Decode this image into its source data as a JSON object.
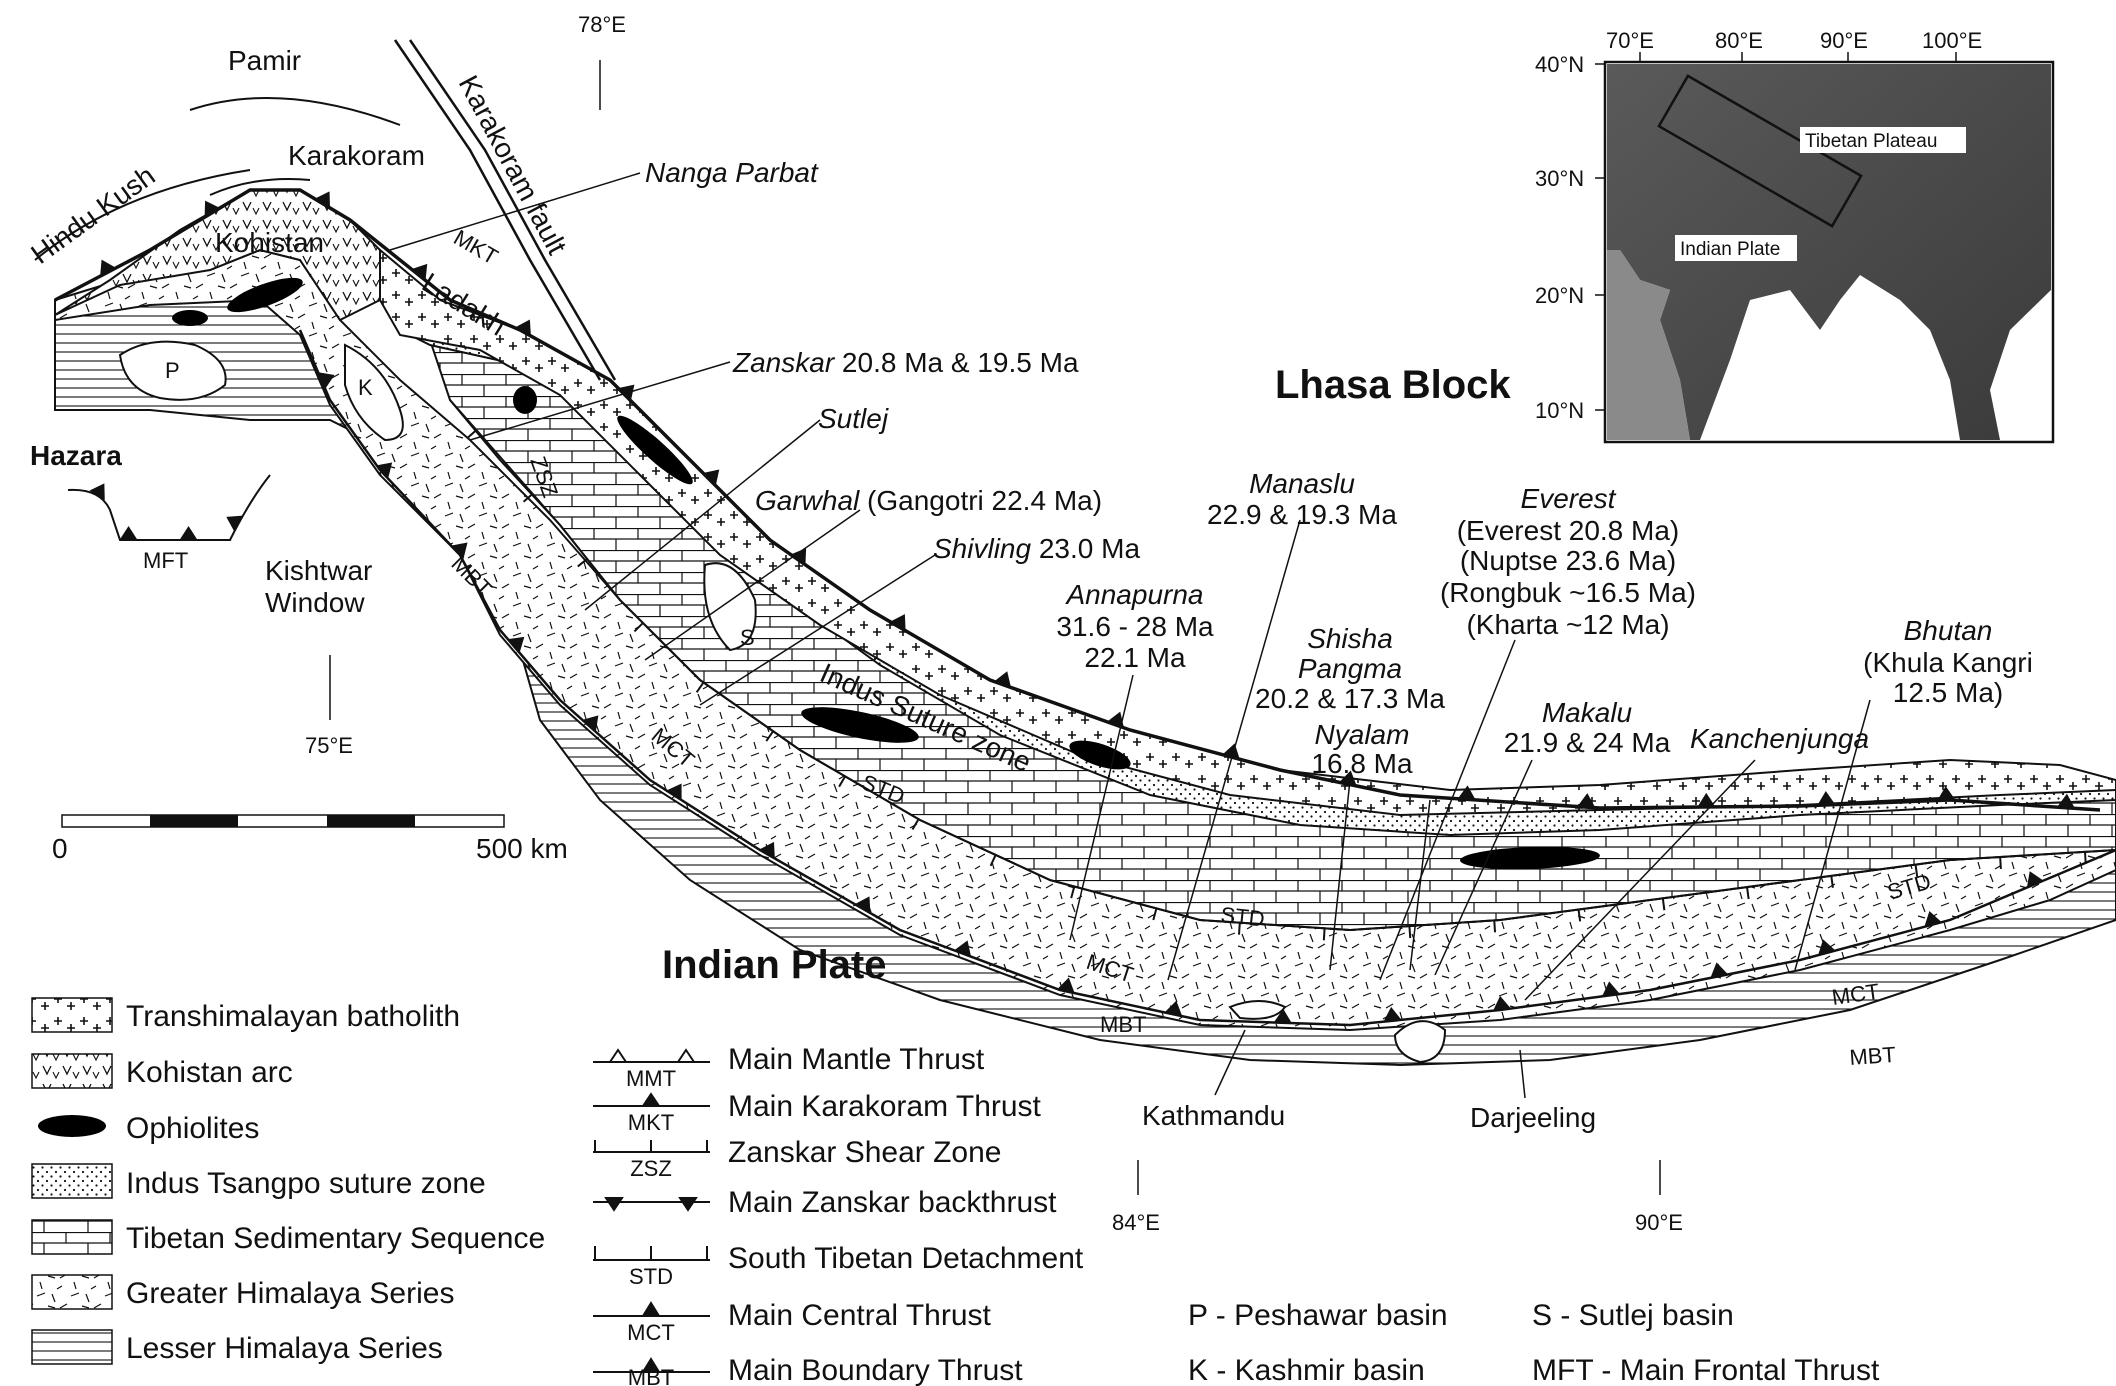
{
  "regions": {
    "pamir": "Pamir",
    "karakoram": "Karakoram",
    "hindu_kush": "Hindu Kush",
    "kohistan": "Kohistan",
    "ladakh": "Ladakh",
    "hazara": "Hazara",
    "lhasa_block": "Lhasa Block",
    "indian_plate": "Indian Plate",
    "karakoram_fault": "Karakoram fault",
    "indus_suture_zone": "Indus Suture zone",
    "kishtwar_window_l1": "Kishtwar",
    "kishtwar_window_l2": "Window",
    "kathmandu": "Kathmandu",
    "darjeeling": "Darjeeling",
    "basin_p": "P",
    "basin_k": "K",
    "basin_s": "S"
  },
  "fault_labels": {
    "mkt": "MKT",
    "zsz": "ZSZ",
    "mbt": "MBT",
    "mct": "MCT",
    "std": "STD",
    "mft": "MFT"
  },
  "longitudes": {
    "lon78": "78°E",
    "lon75": "75°E",
    "lon84": "84°E",
    "lon90": "90°E"
  },
  "scale_bar": {
    "min": "0",
    "max": "500 km"
  },
  "annotations": {
    "nanga_parbat": "Nanga Parbat",
    "zanskar_name": "Zanskar",
    "zanskar_age": " 20.8 Ma & 19.5 Ma",
    "sutlej": "Sutlej",
    "garwhal_name": "Garwhal",
    "garwhal_age": " (Gangotri 22.4 Ma)",
    "shivling_name": "Shivling",
    "shivling_age": " 23.0 Ma",
    "manaslu_name": "Manaslu",
    "manaslu_age": "22.9 & 19.3 Ma",
    "annapurna_name": "Annapurna",
    "annapurna_age1": "31.6 - 28 Ma",
    "annapurna_age2": "22.1 Ma",
    "everest_name": "Everest",
    "everest_age1": "(Everest 20.8 Ma)",
    "everest_age2": "(Nuptse 23.6 Ma)",
    "everest_age3": "(Rongbuk ~16.5 Ma)",
    "everest_age4": "(Kharta ~12 Ma)",
    "shisha_name1": "Shisha",
    "shisha_name2": "Pangma",
    "shisha_age": "20.2 & 17.3 Ma",
    "nyalam_name": "Nyalam",
    "nyalam_age": "16.8 Ma",
    "makalu_name": "Makalu",
    "makalu_age": "21.9 & 24 Ma",
    "kanchenjunga_name": "Kanchenjunga",
    "bhutan_name": "Bhutan",
    "bhutan_age1": "(Khula Kangri",
    "bhutan_age2": "12.5 Ma)"
  },
  "inset": {
    "lon_labels": [
      "70°E",
      "80°E",
      "90°E",
      "100°E"
    ],
    "lat_labels": [
      "40°N",
      "30°N",
      "20°N",
      "10°N"
    ],
    "tibetan_plateau": "Tibetan Plateau",
    "indian_plate": "Indian Plate"
  },
  "legend_units": [
    "Transhimalayan batholith",
    "Kohistan arc",
    "Ophiolites",
    "Indus Tsangpo suture zone",
    "Tibetan Sedimentary Sequence",
    "Greater Himalaya Series",
    "Lesser Himalaya Series"
  ],
  "legend_faults": [
    {
      "abbr": "MMT",
      "name": "Main Mantle Thrust"
    },
    {
      "abbr": "MKT",
      "name": "Main Karakoram Thrust"
    },
    {
      "abbr": "ZSZ",
      "name": "Zanskar Shear Zone"
    },
    {
      "abbr": "",
      "name": "Main Zanskar backthrust"
    },
    {
      "abbr": "STD",
      "name": "South Tibetan Detachment"
    },
    {
      "abbr": "MCT",
      "name": "Main Central Thrust"
    },
    {
      "abbr": "MBT",
      "name": "Main Boundary Thrust"
    }
  ],
  "abbreviations": [
    "P - Peshawar basin",
    "K - Kashmir basin",
    "S - Sutlej basin",
    "MFT - Main Frontal Thrust"
  ],
  "colors": {
    "ink": "#111111",
    "ophiolite": "#000000",
    "paper": "#ffffff",
    "relief_dark": "#3a3a3a",
    "relief_light": "#8a8a8a"
  }
}
